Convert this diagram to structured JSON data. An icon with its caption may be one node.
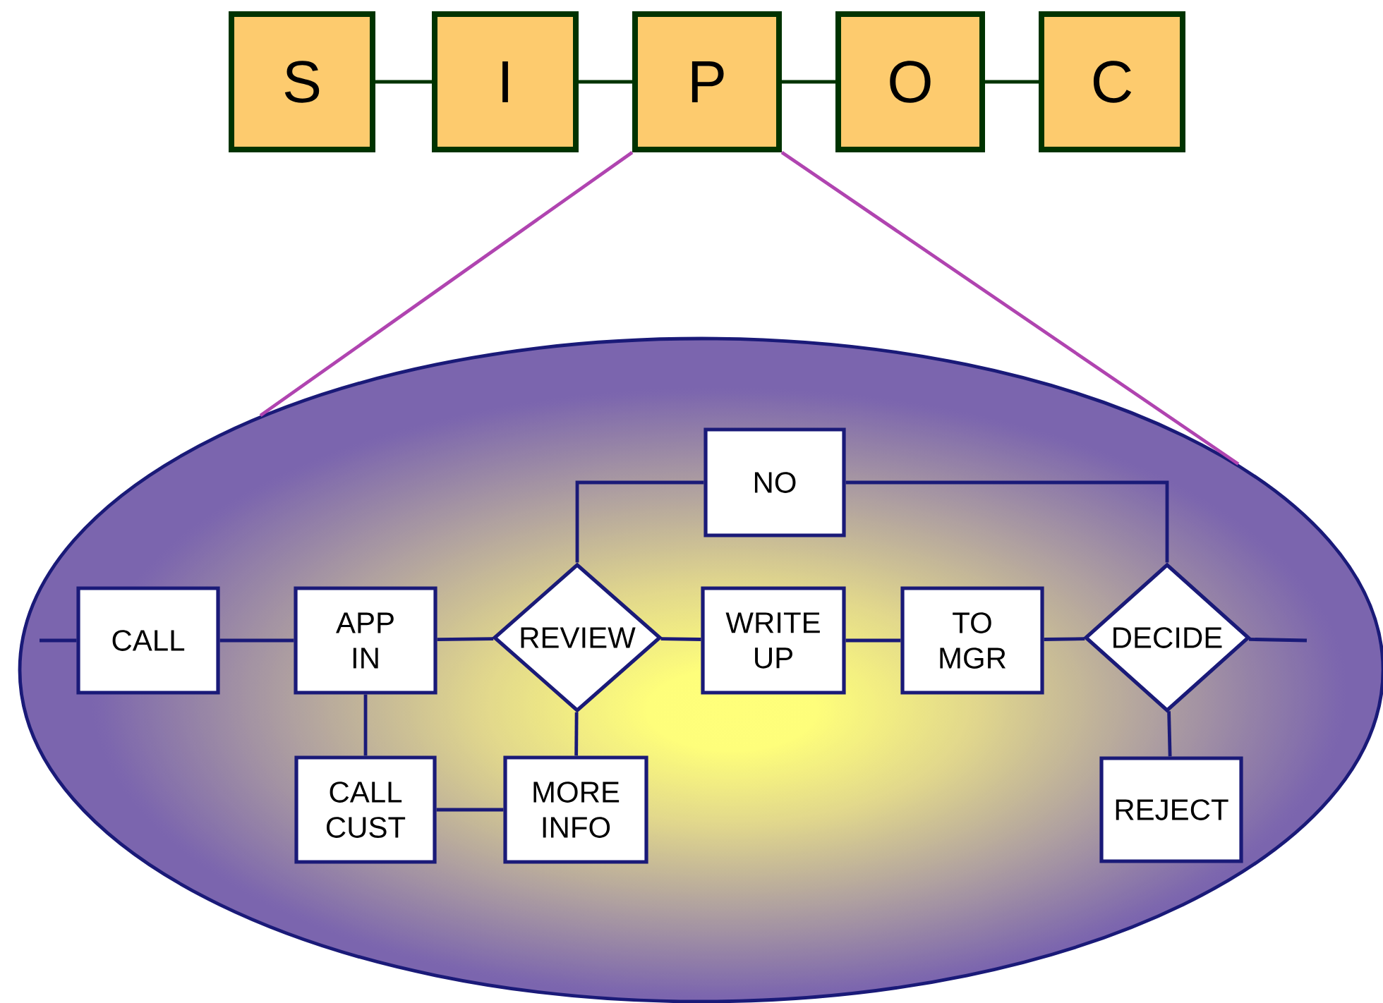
{
  "diagram": {
    "nodes": [
      {
        "text": [
          "S"
        ]
      },
      {
        "text": [
          "I"
        ]
      },
      {
        "text": [
          "P"
        ]
      },
      {
        "text": [
          "O"
        ]
      },
      {
        "text": [
          "C"
        ]
      },
      {
        "text": [],
        "shape": "ellipse"
      },
      {
        "text": [
          "NO"
        ],
        "in": 5
      },
      {
        "text": [
          "CALL"
        ],
        "in": 5
      },
      {
        "text": [
          "APP IN"
        ],
        "in": 5
      },
      {
        "text": [
          "REVIEW"
        ],
        "in": 5
      },
      {
        "text": [
          "WRITE UP"
        ],
        "in": 5
      },
      {
        "text": [
          "TO MGR"
        ],
        "in": 5
      },
      {
        "text": [
          "DECIDE"
        ],
        "in": 5
      },
      {
        "text": [
          "CALL CUST"
        ],
        "in": 5
      },
      {
        "text": [
          "MORE INFO"
        ],
        "in": 5
      },
      {
        "text": [
          "REJECT"
        ],
        "in": 5
      }
    ],
    "edges": [
      {
        "from": 0,
        "to": 1,
        "arrow": "none",
        "color": "#003300"
      },
      {
        "from": 1,
        "to": 2,
        "arrow": "none",
        "color": "#003300"
      },
      {
        "from": 2,
        "to": 3,
        "arrow": "none",
        "color": "#003300"
      },
      {
        "from": 3,
        "to": 4,
        "arrow": "none",
        "color": "#003300"
      },
      {
        "from": 2,
        "to": 5,
        "arrow": "none",
        "color": "#b044b0"
      },
      {
        "from": 2,
        "to": 5,
        "arrow": "none",
        "color": "#b044b0"
      },
      {
        "from": null,
        "to": 7,
        "arrow": "none"
      },
      {
        "from": 7,
        "to": 8,
        "arrow": "none"
      },
      {
        "from": 8,
        "to": 9,
        "arrow": "none"
      },
      {
        "from": 9,
        "to": 6,
        "arrow": "none"
      },
      {
        "from": 6,
        "to": 12,
        "arrow": "none"
      },
      {
        "from": 9,
        "to": 10,
        "arrow": "none"
      },
      {
        "from": 10,
        "to": 11,
        "arrow": "none"
      },
      {
        "from": 11,
        "to": 12,
        "arrow": "none"
      },
      {
        "from": 12,
        "to": null,
        "arrow": "none"
      },
      {
        "from": 8,
        "to": 13,
        "arrow": "none"
      },
      {
        "from": 13,
        "to": 14,
        "arrow": "none"
      },
      {
        "from": 14,
        "to": 9,
        "arrow": "none"
      },
      {
        "from": 12,
        "to": 15,
        "arrow": "none"
      }
    ]
  }
}
